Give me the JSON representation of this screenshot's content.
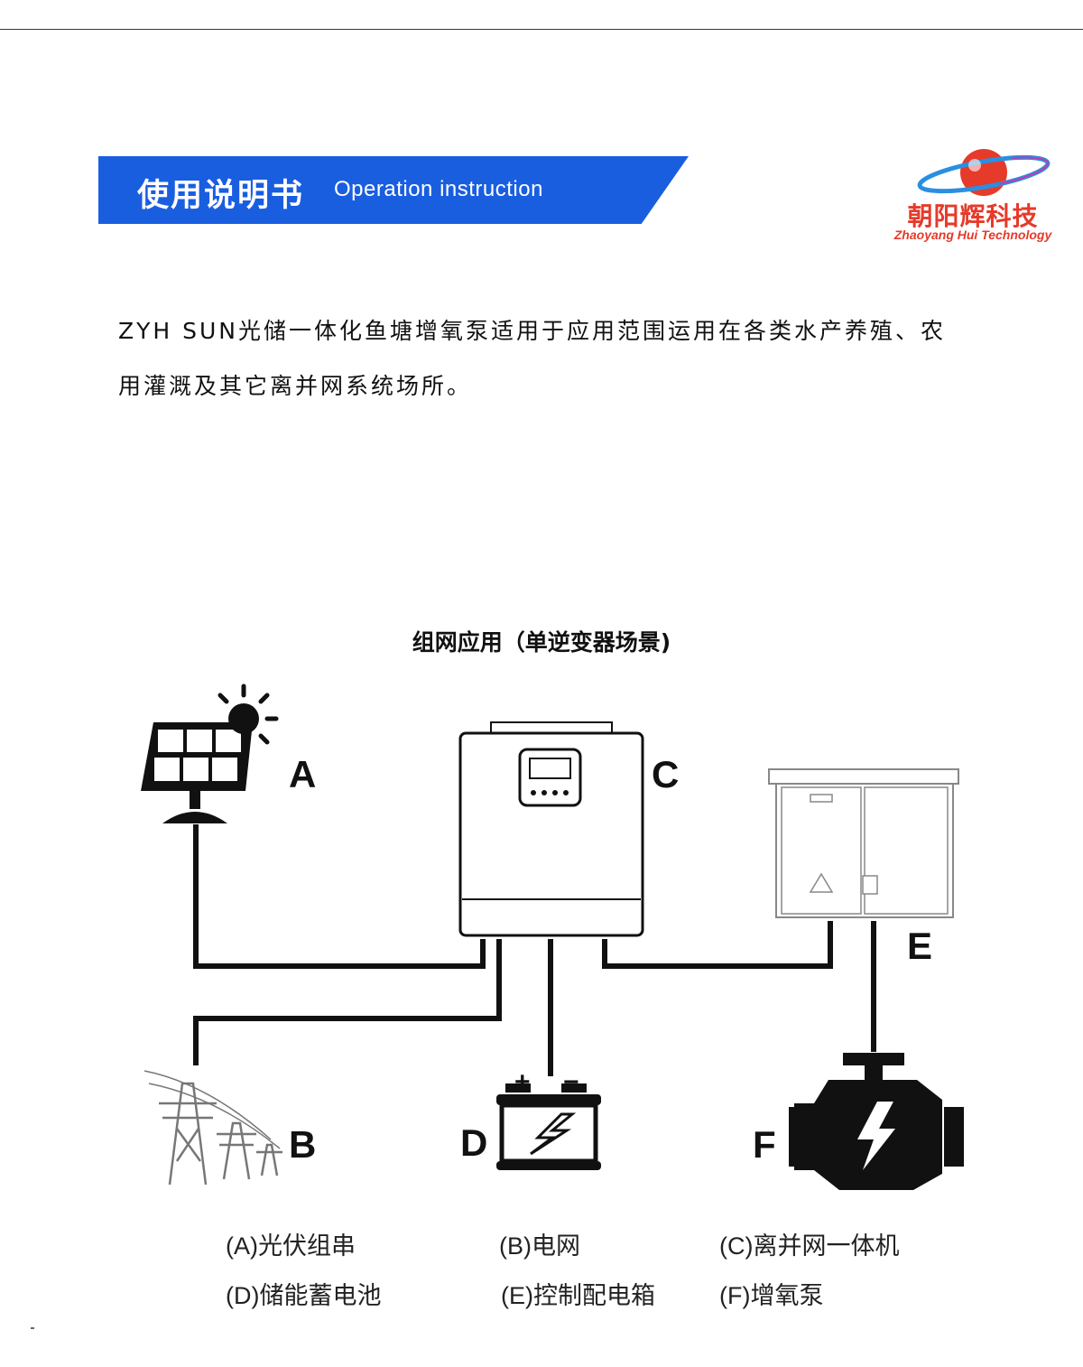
{
  "header": {
    "title_cn": "使用说明书",
    "title_en": "Operation instruction"
  },
  "logo": {
    "name_cn": "朝阳辉科技",
    "name_en": "Zhaoyang Hui Technology",
    "accent_color": "#e63a2a",
    "ring_color": "#2a8fe0"
  },
  "intro": {
    "line1": "ZYH SUN光储一体化鱼塘增氧泵适用于应用范围运用在各类水产养殖、农",
    "line2": "用灌溉及其它离并网系统场所。"
  },
  "diagram": {
    "title": "组网应用（单逆变器场景)",
    "nodes": [
      {
        "letter": "A",
        "icon": "solar-panel-icon"
      },
      {
        "letter": "B",
        "icon": "power-tower-icon"
      },
      {
        "letter": "C",
        "icon": "inverter-icon"
      },
      {
        "letter": "D",
        "icon": "battery-icon"
      },
      {
        "letter": "E",
        "icon": "distribution-box-icon"
      },
      {
        "letter": "F",
        "icon": "motor-pump-icon"
      }
    ],
    "battery_plus": "+",
    "battery_minus": "−",
    "legend": [
      "(A)光伏组串",
      "(B)电网",
      "(C)离并网一体机",
      "(D)储能蓄电池",
      "(E)控制配电箱",
      "(F)增氧泵"
    ]
  },
  "colors": {
    "banner_blue": "#1a5ee0",
    "line_black": "#111111"
  }
}
